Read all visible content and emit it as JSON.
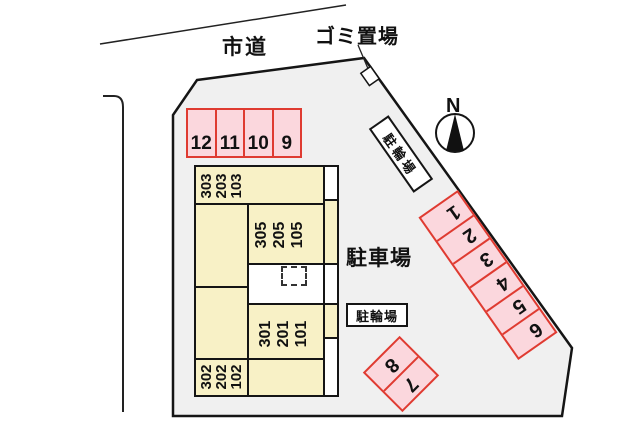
{
  "labels": {
    "road": "市道",
    "garbage": "ゴミ置場",
    "north": "N",
    "parking_lot": "駐車場",
    "bicycle_parking_box": "駐輪場",
    "bicycle_parking_strip": "駐輪場"
  },
  "parking": {
    "top_row_spaces": [
      "12",
      "11",
      "10",
      "9"
    ],
    "diagonal_row_spaces": [
      "1",
      "2",
      "3",
      "4",
      "5",
      "6"
    ],
    "pair_spaces": [
      "8",
      "7"
    ]
  },
  "building": {
    "north_wing_units": [
      "303",
      "203",
      "103"
    ],
    "upper_center_units": [
      "305",
      "205",
      "105"
    ],
    "lower_center_units": [
      "301",
      "201",
      "101"
    ],
    "south_wing_units": [
      "302",
      "202",
      "102"
    ]
  },
  "colors": {
    "site_fill": "#f0f0f0",
    "building_fill": "#f8f1c6",
    "stall_fill": "#fbd7dd",
    "stall_border": "#df3b31",
    "line": "#151515"
  }
}
